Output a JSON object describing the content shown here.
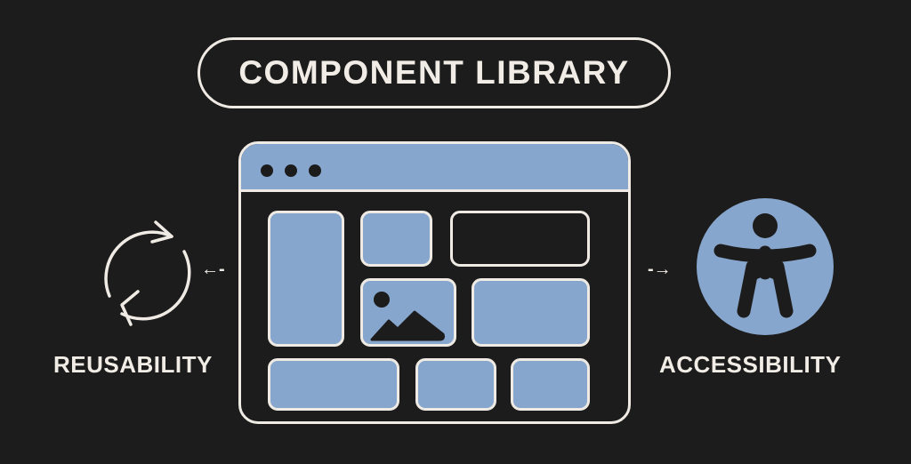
{
  "title": "COMPONENT LIBRARY",
  "left": {
    "label": "REUSABILITY",
    "icon": "refresh-cycle-icon",
    "arrow": "←-"
  },
  "right": {
    "label": "ACCESSIBILITY",
    "icon": "accessibility-person-icon",
    "arrow": "-→"
  },
  "window": {
    "titlebar_dots": 3,
    "blocks": [
      {
        "name": "sidebar-panel",
        "style": "filled"
      },
      {
        "name": "small-card",
        "style": "filled"
      },
      {
        "name": "header-bar",
        "style": "outline"
      },
      {
        "name": "image-card",
        "style": "filled",
        "icon": "image-icon"
      },
      {
        "name": "wide-card",
        "style": "filled"
      },
      {
        "name": "footer-left",
        "style": "filled"
      },
      {
        "name": "footer-mid",
        "style": "filled"
      },
      {
        "name": "footer-right",
        "style": "filled"
      }
    ]
  },
  "colors": {
    "background": "#1c1c1c",
    "accent": "#87a6cd",
    "stroke": "#efebe4"
  }
}
